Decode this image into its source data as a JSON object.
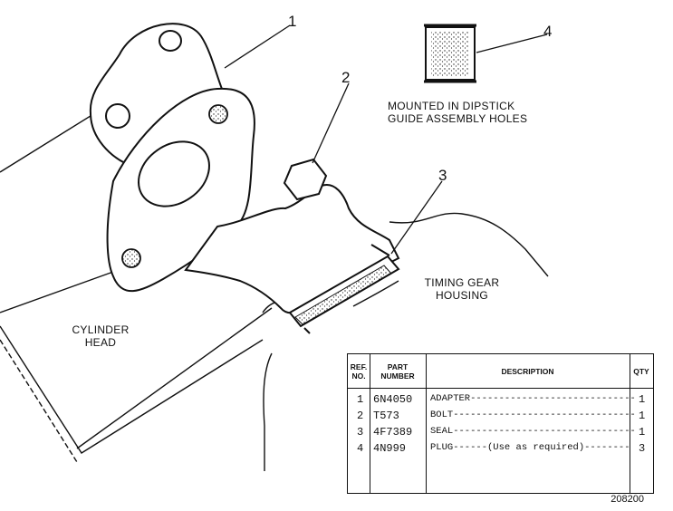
{
  "callouts": [
    "1",
    "2",
    "3",
    "4"
  ],
  "labels": {
    "plug_note_line1": "MOUNTED IN DIPSTICK",
    "plug_note_line2": "GUIDE ASSEMBLY HOLES",
    "timing_line1": "TIMING GEAR",
    "timing_line2": "HOUSING",
    "cylinder_line1": "CYLINDER",
    "cylinder_line2": "HEAD"
  },
  "parts_table": {
    "headers": {
      "ref_line1": "REF.",
      "ref_line2": "NO.",
      "part_line1": "PART",
      "part_line2": "NUMBER",
      "description": "DESCRIPTION",
      "qty": "QTY"
    },
    "rows": [
      {
        "ref": "1",
        "part": "6N4050",
        "desc": "ADAPTER-----------------------------",
        "qty": "1"
      },
      {
        "ref": "2",
        "part": "T573",
        "desc": "BOLT--------------------------------",
        "qty": "1"
      },
      {
        "ref": "3",
        "part": "4F7389",
        "desc": "SEAL--------------------------------",
        "qty": "1"
      },
      {
        "ref": "4",
        "part": "4N999",
        "desc": "PLUG------(Use as required)--------",
        "qty": "3"
      }
    ]
  },
  "figure_number": "208200"
}
